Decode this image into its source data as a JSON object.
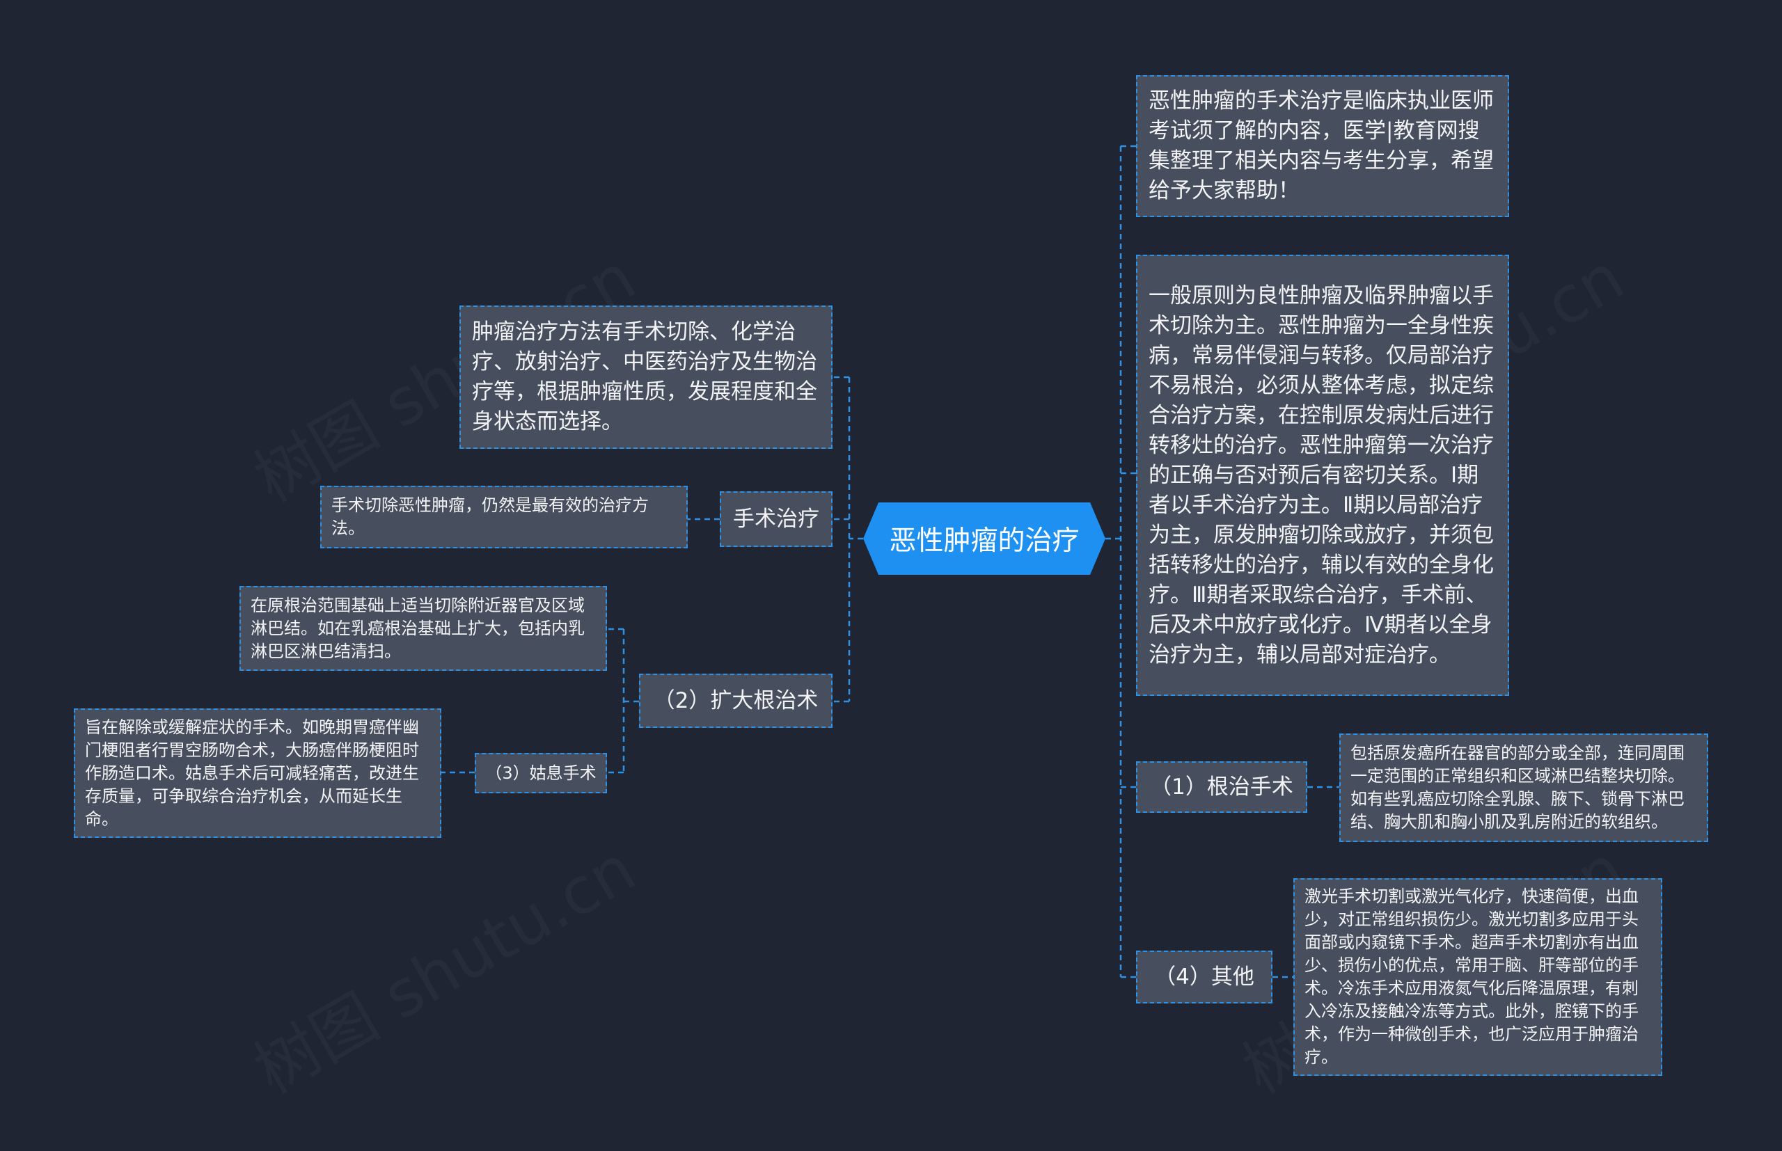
{
  "root": {
    "label": "恶性肿瘤的治疗"
  },
  "right": {
    "intro": "恶性肿瘤的手术治疗是临床执业医师考试须了解的内容，医学|教育网搜集整理了相关内容与考生分享，希望给予大家帮助！",
    "principle": "一般原则为良性肿瘤及临界肿瘤以手术切除为主。恶性肿瘤为一全身性疾病，常易伴侵润与转移。仅局部治疗不易根治，必须从整体考虑，拟定综合治疗方案，在控制原发病灶后进行转移灶的治疗。恶性肿瘤第一次治疗的正确与否对预后有密切关系。Ⅰ期者以手术治疗为主。Ⅱ期以局部治疗为主，原发肿瘤切除或放疗，并须包括转移灶的治疗，辅以有效的全身化疗。Ⅲ期者采取综合治疗，手术前、后及术中放疗或化疗。Ⅳ期者以全身治疗为主，辅以局部对症治疗。",
    "radical": {
      "label": "（1）根治手术",
      "detail": "包括原发癌所在器官的部分或全部，连同周围一定范围的正常组织和区域淋巴结整块切除。如有些乳癌应切除全乳腺、腋下、锁骨下淋巴结、胸大肌和胸小肌及乳房附近的软组织。"
    },
    "other": {
      "label": "（4）其他",
      "detail": "激光手术切割或激光气化疗，快速简便，出血少，对正常组织损伤少。激光切割多应用于头面部或内窥镜下手术。超声手术切割亦有出血少、损伤小的优点，常用于脑、肝等部位的手术。冷冻手术应用液氮气化后降温原理，有刺入冷冻及接触冷冻等方式。此外，腔镜下的手术，作为一种微创手术，也广泛应用于肿瘤治疗。"
    }
  },
  "left": {
    "methods": "肿瘤治疗方法有手术切除、化学治疗、放射治疗、中医药治疗及生物治疗等，根据肿瘤性质，发展程度和全身状态而选择。",
    "surgery": {
      "label": "手术治疗",
      "detail": "手术切除恶性肿瘤，仍然是最有效的治疗方法。"
    },
    "extended": {
      "label": "（2）扩大根治术",
      "detail": "在原根治范围基础上适当切除附近器官及区域淋巴结。如在乳癌根治基础上扩大，包括内乳淋巴区淋巴结清扫。"
    },
    "palliative": {
      "label": "（3）姑息手术",
      "detail": "旨在解除或缓解症状的手术。如晚期胃癌伴幽门梗阻者行胃空肠吻合术，大肠癌伴肠梗阻时作肠造口术。姑息手术后可减轻痛苦，改进生存质量，可争取综合治疗机会，从而延长生命。"
    }
  },
  "colors": {
    "background": "#202533",
    "root": "#1e90f1",
    "node": "#474e5d",
    "line": "#2e91e3"
  }
}
